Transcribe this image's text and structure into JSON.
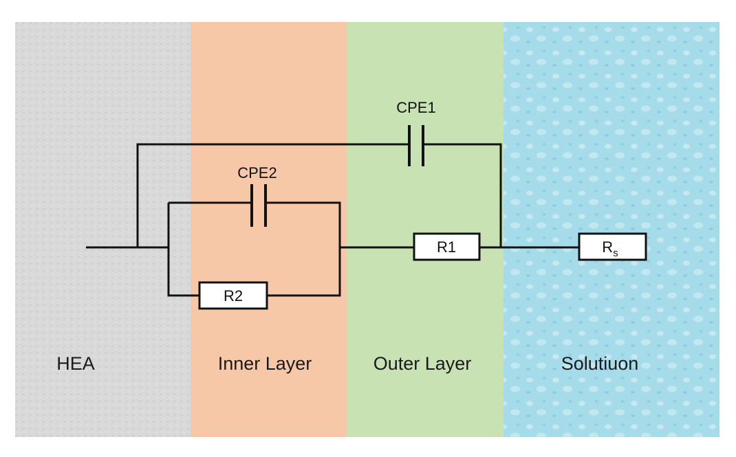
{
  "zones": {
    "hea": {
      "label": "HEA",
      "color": "#d9d9d9"
    },
    "inner": {
      "label": "Inner Layer",
      "color": "#f7c8a8"
    },
    "outer": {
      "label": "Outer Layer",
      "color": "#c8e2b4"
    },
    "solution": {
      "label": "Solutiuon",
      "color": "#a6dcea"
    }
  },
  "components": {
    "cpe1": {
      "label": "CPE1"
    },
    "cpe2": {
      "label": "CPE2"
    },
    "r1": {
      "label": "R1"
    },
    "r2": {
      "label": "R2"
    },
    "rs": {
      "label": "R",
      "sub": "s"
    }
  }
}
